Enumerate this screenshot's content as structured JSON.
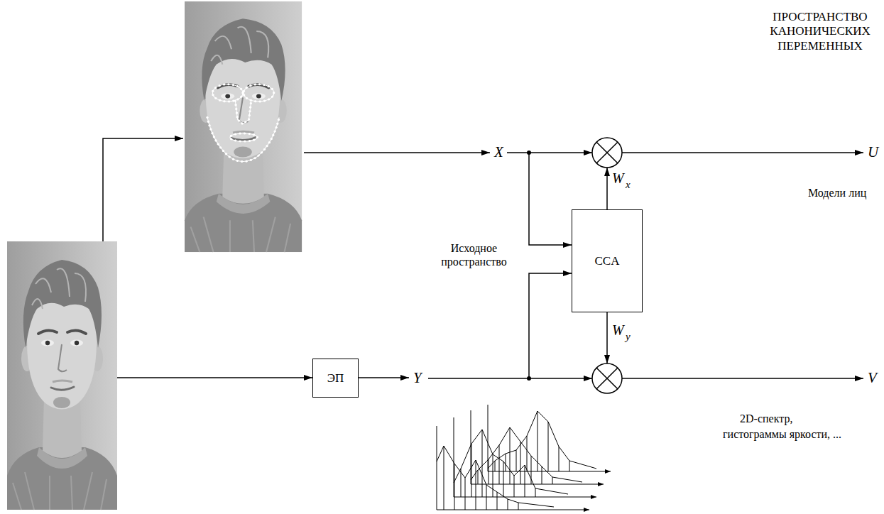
{
  "diagram": {
    "nodes": [
      {
        "text": [
          "ЭП"
        ]
      },
      {
        "text": [
          "CCA"
        ]
      }
    ],
    "labels": [
      "ПРОСТРАНСТВО КАНОНИЧЕСКИХ ПЕРЕМЕННЫХ",
      "X",
      "U",
      "W",
      "x",
      "Модели лиц",
      "Исходное пространство",
      "Y",
      "W",
      "y",
      "V",
      "2D-спектр,",
      "гистограммы яркости, ..."
    ]
  }
}
